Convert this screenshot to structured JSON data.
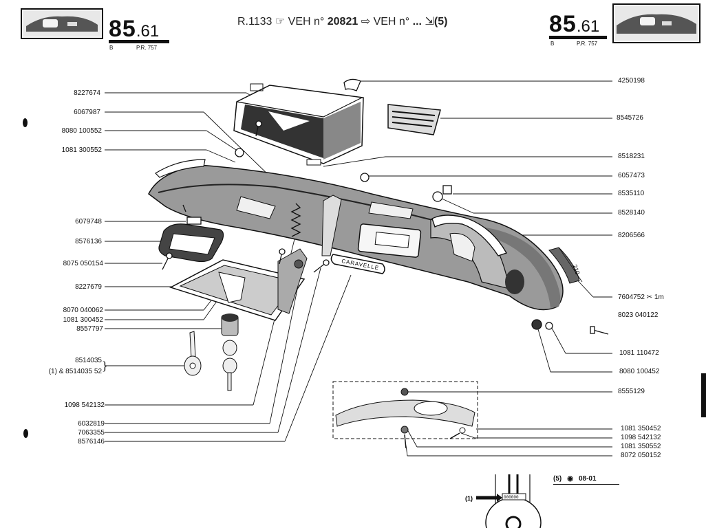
{
  "page": {
    "number_main": "85",
    "number_suffix": ".61",
    "variant": "B",
    "ref_code": "P.R. 757"
  },
  "header": {
    "model": "R.1133",
    "veh_label_1": "VEH n°",
    "serial_from": "20821",
    "veh_label_2": "VEH n°",
    "serial_to": "...",
    "note": "(5)"
  },
  "parts": {
    "left": [
      "8227674",
      "6067987",
      "8080 100552",
      "1081 300552",
      "6079748",
      "8576136",
      "8075 050154",
      "8227679",
      "8070 040062",
      "1081 300452",
      "8557797",
      "8514035",
      "(1) & 8514035 52",
      "1098 542132",
      "6032819",
      "7063355",
      "8576146"
    ],
    "right": [
      "4250198",
      "8545726",
      "8518231",
      "6057473",
      "8535110",
      "8528140",
      "8206566",
      "7604752",
      "1m",
      "8023 040122",
      "1081 110472",
      "8080 100452",
      "8555129",
      "1081 350452",
      "1098 542132",
      "1081 350552",
      "8072 050152"
    ]
  },
  "dimension_label": "210",
  "badge_text": "CARAVELLE",
  "legend": {
    "note": "(5)",
    "date": "08-01"
  },
  "key_callout": {
    "label": "(1)",
    "code": "000000"
  }
}
